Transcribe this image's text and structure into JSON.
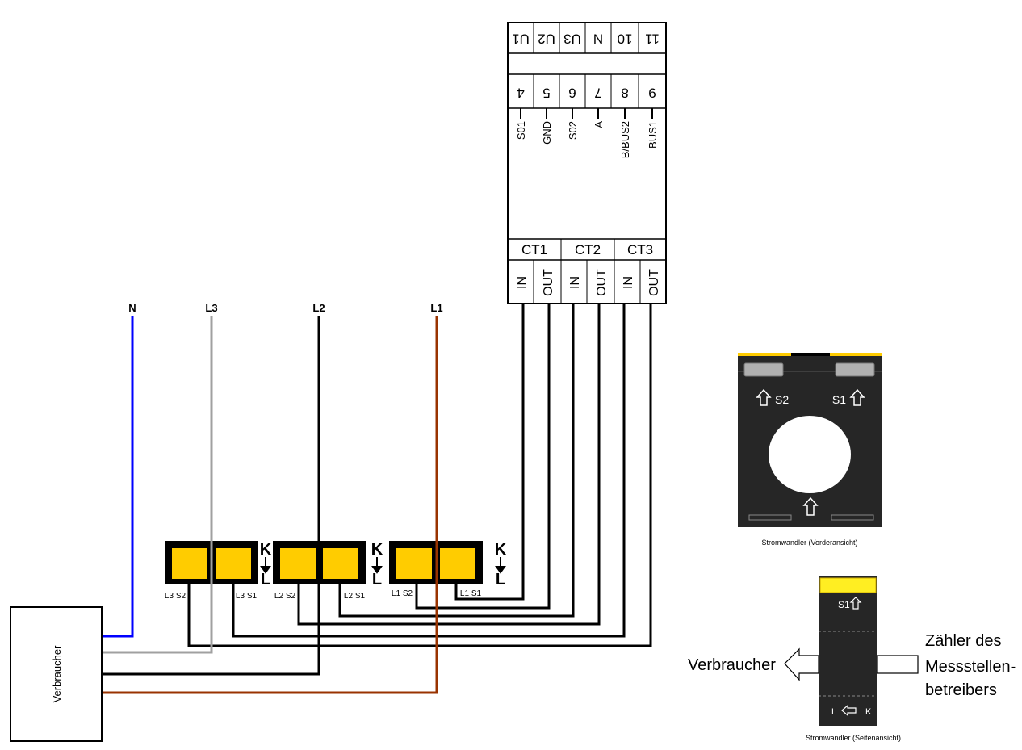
{
  "meter": {
    "top_terminals": [
      "U1",
      "U2",
      "U3",
      "N",
      "10",
      "11"
    ],
    "mid_terminals": [
      "4",
      "5",
      "6",
      "7",
      "8",
      "9"
    ],
    "signal_labels": [
      "S01",
      "GND",
      "S02",
      "A",
      "B/BUS2",
      "BUS1"
    ],
    "ct_groups": [
      "CT1",
      "CT2",
      "CT3"
    ],
    "ct_ports": [
      "IN",
      "OUT",
      "IN",
      "OUT",
      "IN",
      "OUT"
    ]
  },
  "wires": {
    "n": "N",
    "l3": "L3",
    "l2": "L2",
    "l1": "L1",
    "colors": {
      "n": "#0000ff",
      "l3": "#a0a0a0",
      "l2": "#000000",
      "l1": "#993300"
    }
  },
  "transformers": {
    "k": "K",
    "l": "L",
    "labels": [
      "L3 S2",
      "L3 S1",
      "L2 S2",
      "L2 S1",
      "L1 S2",
      "L1 S1"
    ],
    "fill_color": "#ffcc00"
  },
  "consumer_box": "Verbraucher",
  "front_view": {
    "s2": "S2",
    "s1": "S1",
    "caption": "Stromwandler (Vorderansicht)"
  },
  "side_view": {
    "s1": "S1",
    "l": "L",
    "k": "K",
    "left_label": "Verbraucher",
    "right_label_lines": [
      "Zähler des",
      "Messstellen-",
      "betreibers"
    ],
    "caption": "Stromwandler (Seitenansicht)"
  }
}
